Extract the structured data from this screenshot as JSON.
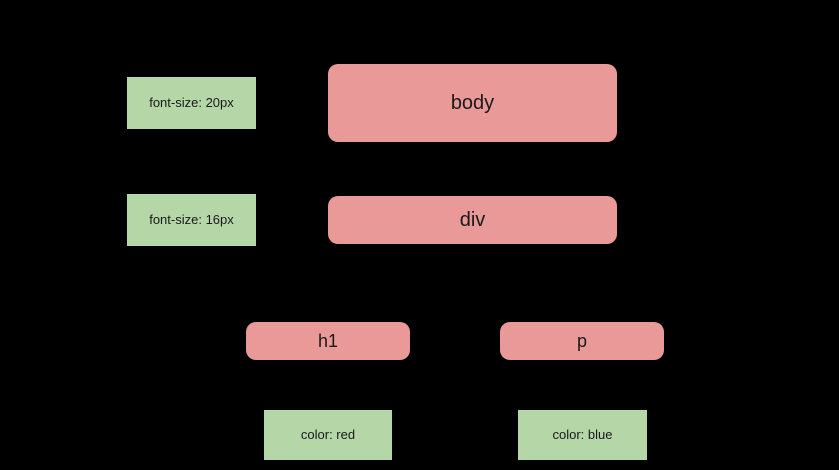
{
  "diagram": {
    "background_color": "#000000",
    "element_node_color": "#ea9999",
    "property_node_color": "#b5d6a7",
    "text_color": "#1a1a1a",
    "elements": [
      {
        "id": "body",
        "label": "body"
      },
      {
        "id": "div",
        "label": "div"
      },
      {
        "id": "h1",
        "label": "h1"
      },
      {
        "id": "p",
        "label": "p"
      }
    ],
    "properties": [
      {
        "id": "fs20",
        "label": "font-size: 20px"
      },
      {
        "id": "fs16",
        "label": "font-size: 16px"
      },
      {
        "id": "color_red",
        "label": "color: red"
      },
      {
        "id": "color_blue",
        "label": "color: blue"
      }
    ]
  }
}
